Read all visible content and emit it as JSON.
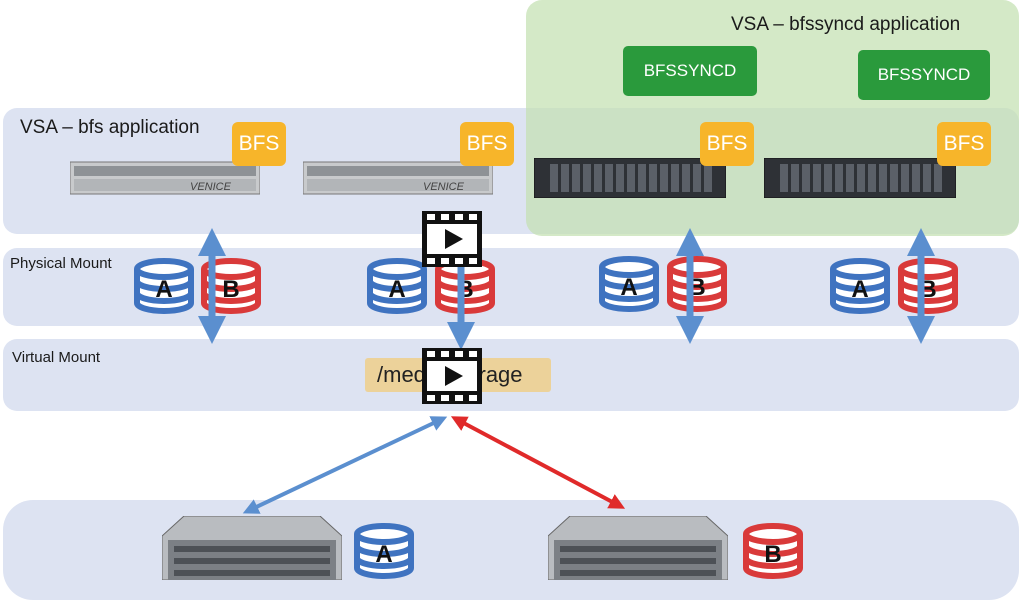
{
  "diagram": {
    "vsa_bfssyncd_title": "VSA – bfssyncd application",
    "vsa_bfs_title": "VSA – bfs application",
    "physical_mount_label": "Physical Mount",
    "virtual_mount_label": "Virtual Mount",
    "virtual_path_text": "/media/storage",
    "bfssyncd_labels": [
      "BFSSYNCD",
      "BFSSYNCD"
    ],
    "bfs_labels": [
      "BFS",
      "BFS",
      "BFS",
      "BFS"
    ],
    "disk_labels": {
      "a": "A",
      "b": "B"
    },
    "server_brand": "VENICE"
  },
  "colors": {
    "band": "#dde3f2",
    "bfs_orange": "#f7b52a",
    "bfssyncd_green": "#2a9a3c",
    "green_zone": "#c4e0b2",
    "arrow_blue": "#5b8fcf",
    "arrow_red": "#e02a2a",
    "disk_blue": "#3f73c0",
    "disk_red": "#d93a3a",
    "path_box": "#ecd29a"
  }
}
